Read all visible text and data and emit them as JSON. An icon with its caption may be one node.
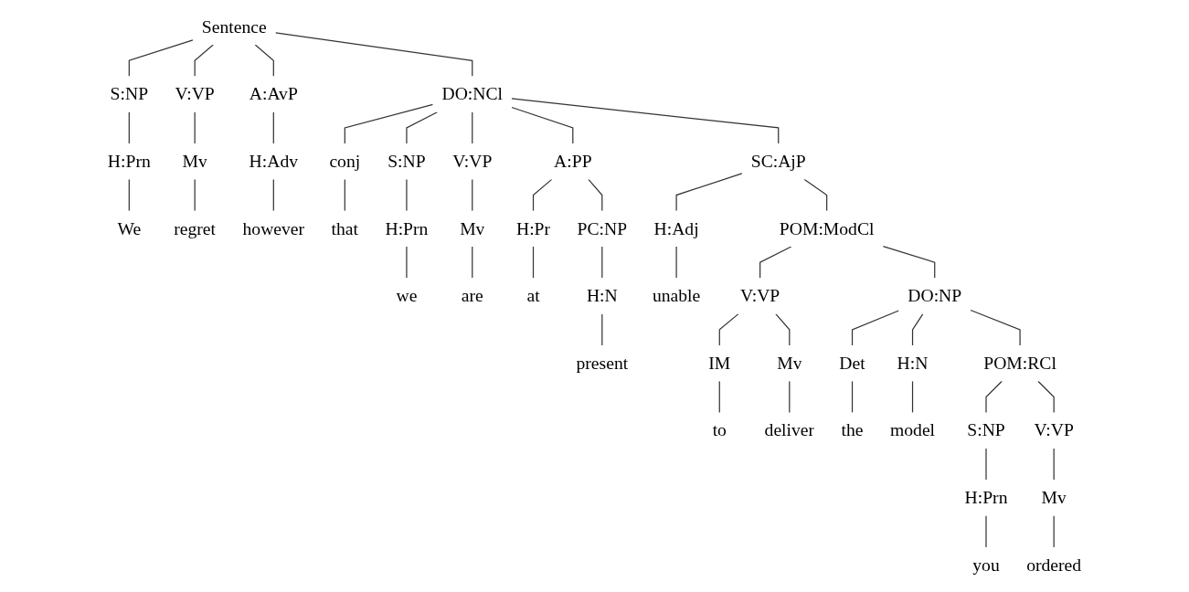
{
  "diagram": {
    "nodes": [
      {
        "text": [
          "Sentence"
        ]
      },
      {
        "text": [
          "S:NP"
        ]
      },
      {
        "text": [
          "H:Prn"
        ]
      },
      {
        "text": [
          "We"
        ]
      },
      {
        "text": [
          "V:VP"
        ]
      },
      {
        "text": [
          "Mv"
        ]
      },
      {
        "text": [
          "regret"
        ]
      },
      {
        "text": [
          "A:AvP"
        ]
      },
      {
        "text": [
          "H:Adv"
        ]
      },
      {
        "text": [
          "however"
        ]
      },
      {
        "text": [
          "DO:NCl"
        ]
      },
      {
        "text": [
          "conj"
        ]
      },
      {
        "text": [
          "that"
        ]
      },
      {
        "text": [
          "S:NP"
        ]
      },
      {
        "text": [
          "H:Prn"
        ]
      },
      {
        "text": [
          "we"
        ]
      },
      {
        "text": [
          "V:VP"
        ]
      },
      {
        "text": [
          "Mv"
        ]
      },
      {
        "text": [
          "are"
        ]
      },
      {
        "text": [
          "A:PP"
        ]
      },
      {
        "text": [
          "H:Pr"
        ]
      },
      {
        "text": [
          "at"
        ]
      },
      {
        "text": [
          "PC:NP"
        ]
      },
      {
        "text": [
          "H:N"
        ]
      },
      {
        "text": [
          "present"
        ]
      },
      {
        "text": [
          "SC:AjP"
        ]
      },
      {
        "text": [
          "H:Adj"
        ]
      },
      {
        "text": [
          "unable"
        ]
      },
      {
        "text": [
          "POM:ModCl"
        ]
      },
      {
        "text": [
          "V:VP"
        ]
      },
      {
        "text": [
          "IM"
        ]
      },
      {
        "text": [
          "to"
        ]
      },
      {
        "text": [
          "Mv"
        ]
      },
      {
        "text": [
          "deliver"
        ]
      },
      {
        "text": [
          "DO:NP"
        ]
      },
      {
        "text": [
          "Det"
        ]
      },
      {
        "text": [
          "the"
        ]
      },
      {
        "text": [
          "H:N"
        ]
      },
      {
        "text": [
          "model"
        ]
      },
      {
        "text": [
          "POM:RCl"
        ]
      },
      {
        "text": [
          "S:NP"
        ]
      },
      {
        "text": [
          "H:Prn"
        ]
      },
      {
        "text": [
          "you"
        ]
      },
      {
        "text": [
          "V:VP"
        ]
      },
      {
        "text": [
          "Mv"
        ]
      },
      {
        "text": [
          "ordered"
        ]
      }
    ],
    "edges": [
      {
        "from": 0,
        "to": 1,
        "arrow": "none"
      },
      {
        "from": 1,
        "to": 2,
        "arrow": "none"
      },
      {
        "from": 2,
        "to": 3,
        "arrow": "none"
      },
      {
        "from": 0,
        "to": 4,
        "arrow": "none"
      },
      {
        "from": 4,
        "to": 5,
        "arrow": "none"
      },
      {
        "from": 5,
        "to": 6,
        "arrow": "none"
      },
      {
        "from": 0,
        "to": 7,
        "arrow": "none"
      },
      {
        "from": 7,
        "to": 8,
        "arrow": "none"
      },
      {
        "from": 8,
        "to": 9,
        "arrow": "none"
      },
      {
        "from": 0,
        "to": 10,
        "arrow": "none"
      },
      {
        "from": 10,
        "to": 11,
        "arrow": "none"
      },
      {
        "from": 11,
        "to": 12,
        "arrow": "none"
      },
      {
        "from": 10,
        "to": 13,
        "arrow": "none"
      },
      {
        "from": 13,
        "to": 14,
        "arrow": "none"
      },
      {
        "from": 14,
        "to": 15,
        "arrow": "none"
      },
      {
        "from": 10,
        "to": 16,
        "arrow": "none"
      },
      {
        "from": 16,
        "to": 17,
        "arrow": "none"
      },
      {
        "from": 17,
        "to": 18,
        "arrow": "none"
      },
      {
        "from": 10,
        "to": 19,
        "arrow": "none"
      },
      {
        "from": 19,
        "to": 20,
        "arrow": "none"
      },
      {
        "from": 20,
        "to": 21,
        "arrow": "none"
      },
      {
        "from": 19,
        "to": 22,
        "arrow": "none"
      },
      {
        "from": 22,
        "to": 23,
        "arrow": "none"
      },
      {
        "from": 23,
        "to": 24,
        "arrow": "none"
      },
      {
        "from": 10,
        "to": 25,
        "arrow": "none"
      },
      {
        "from": 25,
        "to": 26,
        "arrow": "none"
      },
      {
        "from": 26,
        "to": 27,
        "arrow": "none"
      },
      {
        "from": 25,
        "to": 28,
        "arrow": "none"
      },
      {
        "from": 28,
        "to": 29,
        "arrow": "none"
      },
      {
        "from": 29,
        "to": 30,
        "arrow": "none"
      },
      {
        "from": 30,
        "to": 31,
        "arrow": "none"
      },
      {
        "from": 29,
        "to": 32,
        "arrow": "none"
      },
      {
        "from": 32,
        "to": 33,
        "arrow": "none"
      },
      {
        "from": 28,
        "to": 34,
        "arrow": "none"
      },
      {
        "from": 34,
        "to": 35,
        "arrow": "none"
      },
      {
        "from": 35,
        "to": 36,
        "arrow": "none"
      },
      {
        "from": 34,
        "to": 37,
        "arrow": "none"
      },
      {
        "from": 37,
        "to": 38,
        "arrow": "none"
      },
      {
        "from": 34,
        "to": 39,
        "arrow": "none"
      },
      {
        "from": 39,
        "to": 40,
        "arrow": "none"
      },
      {
        "from": 40,
        "to": 41,
        "arrow": "none"
      },
      {
        "from": 41,
        "to": 42,
        "arrow": "none"
      },
      {
        "from": 39,
        "to": 43,
        "arrow": "none"
      },
      {
        "from": 43,
        "to": 44,
        "arrow": "none"
      },
      {
        "from": 44,
        "to": 45,
        "arrow": "none"
      }
    ]
  }
}
